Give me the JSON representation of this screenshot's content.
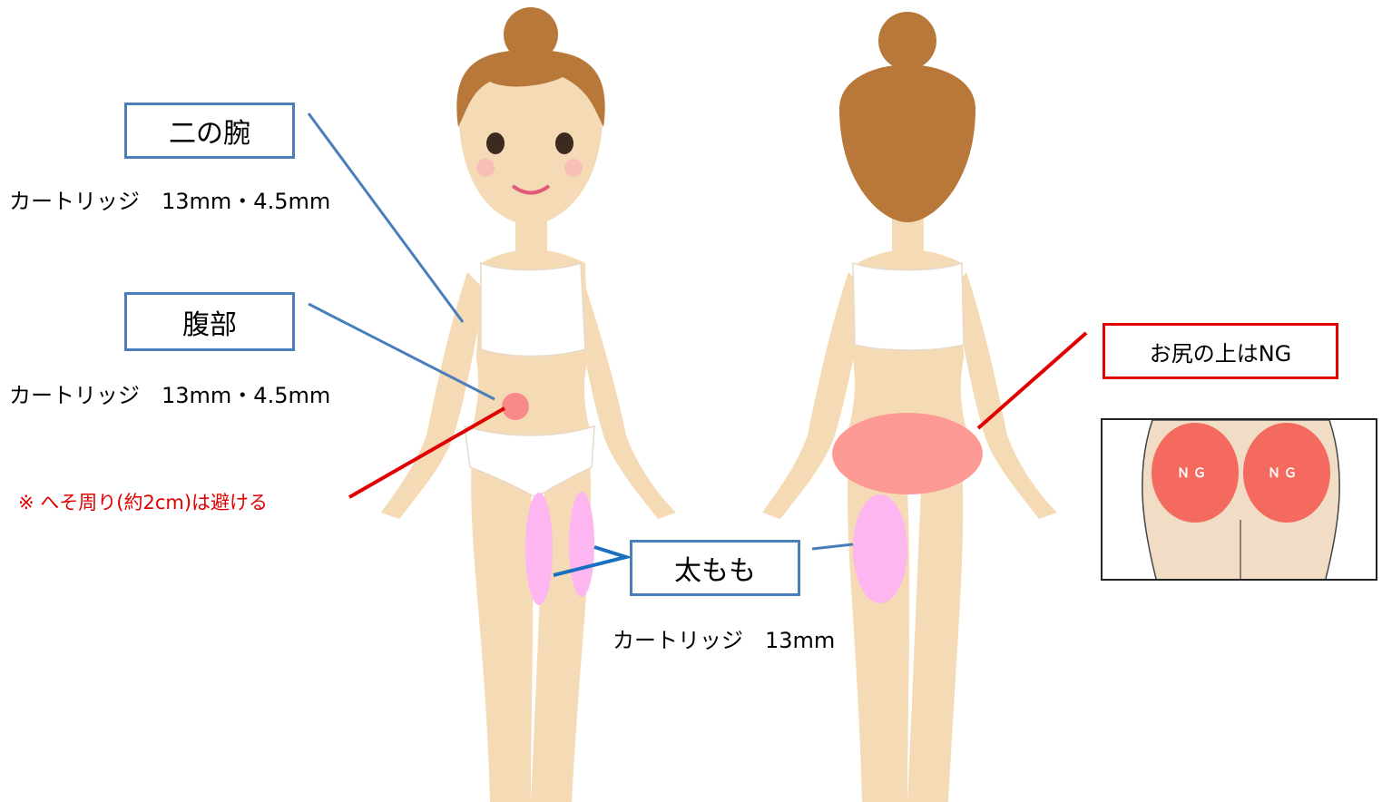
{
  "labels": {
    "upper_arm": "二の腕",
    "abdomen": "腹部",
    "thigh": "太もも",
    "buttock_top": "お尻の上はNG"
  },
  "specs": {
    "upper_arm": "カートリッジ　13mm・4.5mm",
    "abdomen": "カートリッジ　13mm・4.5mm",
    "thigh": "カートリッジ　13mm"
  },
  "warning": "※ へそ周り(約2cm)は避ける",
  "inset": {
    "ng_left": "ＮＧ",
    "ng_right": "ＮＧ"
  },
  "colors": {
    "skin": "#f5dbb5",
    "hair": "#b7783a",
    "blue_line": "#4a7ebb",
    "red": "#e00000",
    "pink_zone": "#fdb6f0",
    "buttock_zone": "#fd9a96",
    "ng_zone": "#f46a5e"
  }
}
